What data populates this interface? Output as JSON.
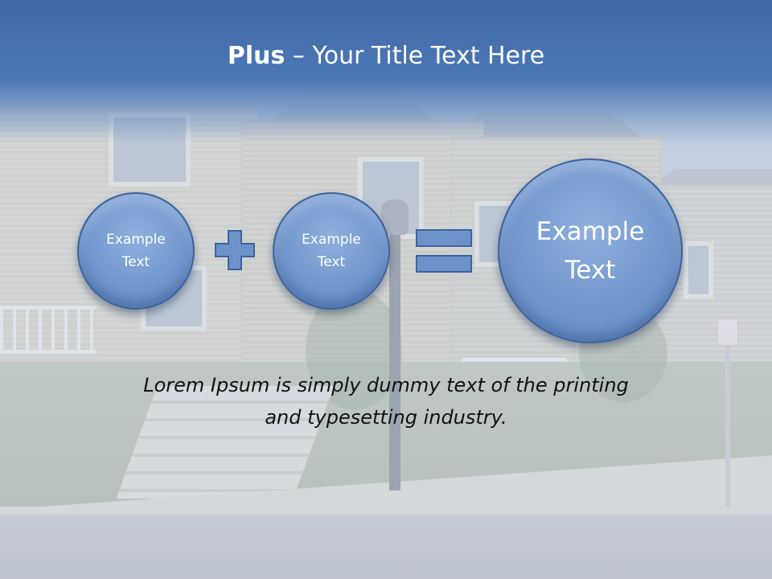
{
  "slide": {
    "title_bold": "Plus",
    "title_rest": " – Your Title Text Here",
    "colors": {
      "title_band": "#4a74b3",
      "circle_fill": "#7299d0",
      "circle_border": "#3d639c",
      "title_text": "#ffffff",
      "body_text": "#111111"
    }
  },
  "equation": {
    "operand1": "Example\nText",
    "operator1_icon": "plus-icon",
    "operand2": "Example\nText",
    "operator2_icon": "equals-icon",
    "result": "Example\nText"
  },
  "body": {
    "text": "Lorem Ipsum is simply dummy text of the printing\nand typesetting industry."
  }
}
